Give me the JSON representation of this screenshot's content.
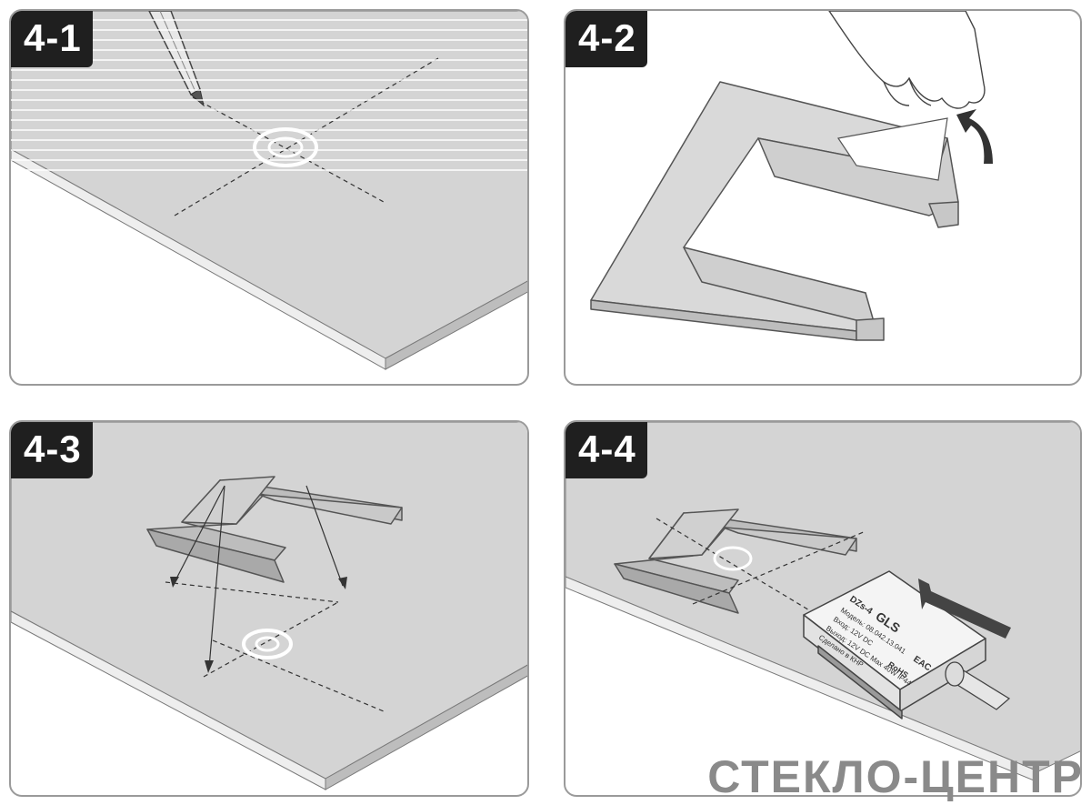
{
  "steps": [
    {
      "label": "4-1"
    },
    {
      "label": "4-2"
    },
    {
      "label": "4-3"
    },
    {
      "label": "4-4"
    }
  ],
  "device": {
    "brand": "GLS",
    "model_line": "DZs-4",
    "text_lines": [
      "Модель: 08.042.13.041",
      "Вход: 12V DC",
      "Выход: 12V DC   Max 40W  IP44",
      "Сделано в КНР"
    ],
    "rohs": "RoHS",
    "eac": "EAC"
  },
  "footer": {
    "brand": "СТЕКЛО-ЦЕНТР"
  },
  "colors": {
    "surface": "#d4d4d4",
    "edge": "#9b9b9b",
    "label_bg": "#1f1f1f",
    "outline": "#555555"
  }
}
